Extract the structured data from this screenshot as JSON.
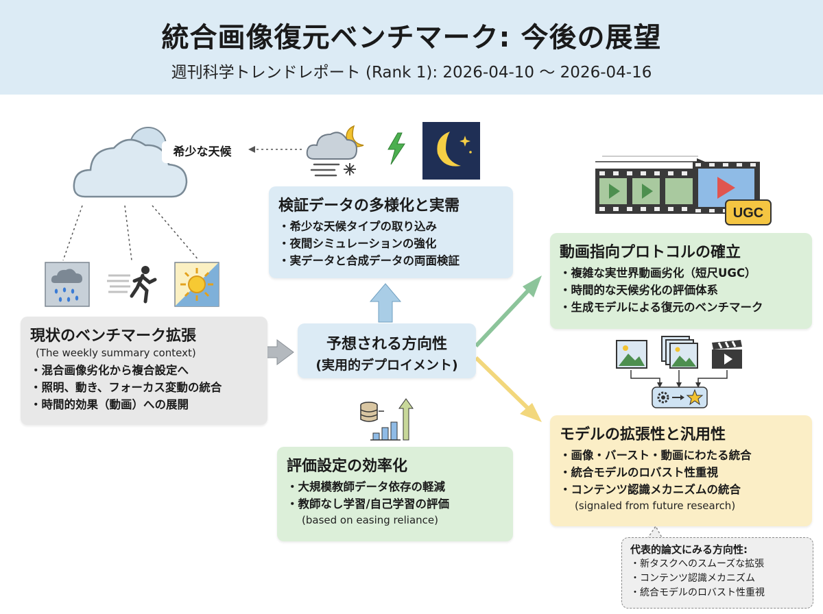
{
  "header": {
    "title": "統合画像復元ベンチマーク: 今後の展望",
    "subtitle": "週刊科学トレンドレポート (Rank 1): 2026-04-10 〜 2026-04-16"
  },
  "rare_weather_label": "希少な天候",
  "ugc_badge": "UGC",
  "current": {
    "title": "現状のベンチマーク拡張",
    "sub": "(The weekly summary context)",
    "items": [
      "混合画像劣化から複合設定へ",
      "照明、動き、フォーカス変動の統合",
      "時間的効果（動画）への展開"
    ]
  },
  "verify": {
    "title": "検証データの多様化と実需",
    "items": [
      "希少な天候タイプの取り込み",
      "夜間シミュレーションの強化",
      "実データと合成データの両面検証"
    ]
  },
  "center": {
    "line1": "予想される方向性",
    "line2": "(実用的デプロイメント)"
  },
  "video": {
    "title": "動画指向プロトコルの確立",
    "items": [
      "複雑な実世界動画劣化（短尺UGC）",
      "時間的な天候劣化の評価体系",
      "生成モデルによる復元のベンチマーク"
    ]
  },
  "eval": {
    "title": "評価設定の効率化",
    "items": [
      "大規模教師データ依存の軽減",
      "教師なし学習/自己学習の評価"
    ],
    "note": "(based on easing reliance)"
  },
  "model": {
    "title": "モデルの拡張性と汎用性",
    "items": [
      "画像・バースト・動画にわたる統合",
      "統合モデルのロバスト性重視",
      "コンテンツ認識メカニズムの統合"
    ],
    "note": "(signaled from future research)"
  },
  "papers": {
    "title": "代表的論文にみる方向性:",
    "items": [
      "新タスクへのスムーズな拡張",
      "コンテンツ認識メカニズム",
      "統合モデルのロバスト性重視"
    ]
  },
  "colors": {
    "header_bg": "#dcebf5",
    "blue_box": "#dcebf5",
    "green_box": "#dcefd9",
    "yellow_box": "#fbeec6",
    "gray_box": "#e8e8e8",
    "arrow_green": "#8cc49a",
    "arrow_yellow": "#f2d77c",
    "arrow_blue": "#a9cde6",
    "arrow_gray": "#b4b9be"
  },
  "icons": [
    "cloud-icon",
    "rain-icon",
    "running-figure-icon",
    "sun-icon",
    "cloud-moon-wind-icon",
    "lightning-icon",
    "moon-icon",
    "film-strip-icon",
    "image-icon",
    "burst-images-icon",
    "clapperboard-icon",
    "gear-icon",
    "star-icon",
    "database-icon",
    "bar-chart-icon"
  ]
}
